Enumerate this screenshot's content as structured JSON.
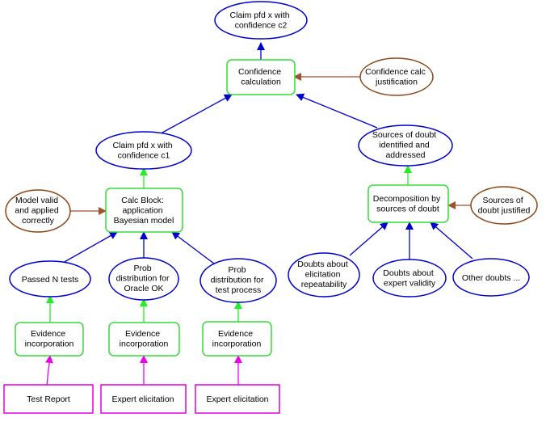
{
  "colors": {
    "claim_stroke": "#0000cc",
    "strategy_stroke": "#33dd33",
    "justification_stroke": "#8b4513",
    "evidence_stroke": "#dd00dd",
    "blue_arrow": "#0000cc",
    "green_arrow": "#22ee22",
    "brown_arrow": "#a0522d",
    "magenta_arrow": "#ee00ee"
  },
  "nodes": {
    "claim_top": {
      "lines": [
        "Claim pfd x with",
        "confidence c2"
      ]
    },
    "confidence_calculation": {
      "lines": [
        "Confidence",
        "calculation"
      ]
    },
    "confidence_calc_justification": {
      "lines": [
        "Confidence calc",
        "justification"
      ]
    },
    "claim_c1": {
      "lines": [
        "Claim pfd x with",
        "confidence c1"
      ]
    },
    "sources_of_doubt_addressed": {
      "lines": [
        "Sources of doubt",
        "identified and",
        "addressed"
      ]
    },
    "model_valid": {
      "lines": [
        "Model valid",
        "and applied",
        "correctly"
      ]
    },
    "calc_block": {
      "lines": [
        "Calc Block:",
        "application",
        "Bayesian model"
      ]
    },
    "decomposition": {
      "lines": [
        "Decomposition by",
        "sources of doubt"
      ]
    },
    "sources_justified": {
      "lines": [
        "Sources of",
        "doubt justified"
      ]
    },
    "passed_n_tests": {
      "lines": [
        "Passed N tests"
      ]
    },
    "prob_oracle": {
      "lines": [
        "Prob",
        "distribution for",
        "Oracle OK"
      ]
    },
    "prob_test_process": {
      "lines": [
        "Prob",
        "distribution for",
        "test process"
      ]
    },
    "doubts_elicitation": {
      "lines": [
        "Doubts about",
        "elicitation",
        "repeatability"
      ]
    },
    "doubts_expert": {
      "lines": [
        "Doubts about",
        "expert validity"
      ]
    },
    "other_doubts": {
      "lines": [
        "Other doubts ..."
      ]
    },
    "evidence_incorp_1": {
      "lines": [
        "Evidence",
        "incorporation"
      ]
    },
    "evidence_incorp_2": {
      "lines": [
        "Evidence",
        "incorporation"
      ]
    },
    "evidence_incorp_3": {
      "lines": [
        "Evidence",
        "incorporation"
      ]
    },
    "test_report": {
      "lines": [
        "Test Report"
      ]
    },
    "expert_elicitation_1": {
      "lines": [
        "Expert elicitation"
      ]
    },
    "expert_elicitation_2": {
      "lines": [
        "Expert elicitation"
      ]
    }
  }
}
